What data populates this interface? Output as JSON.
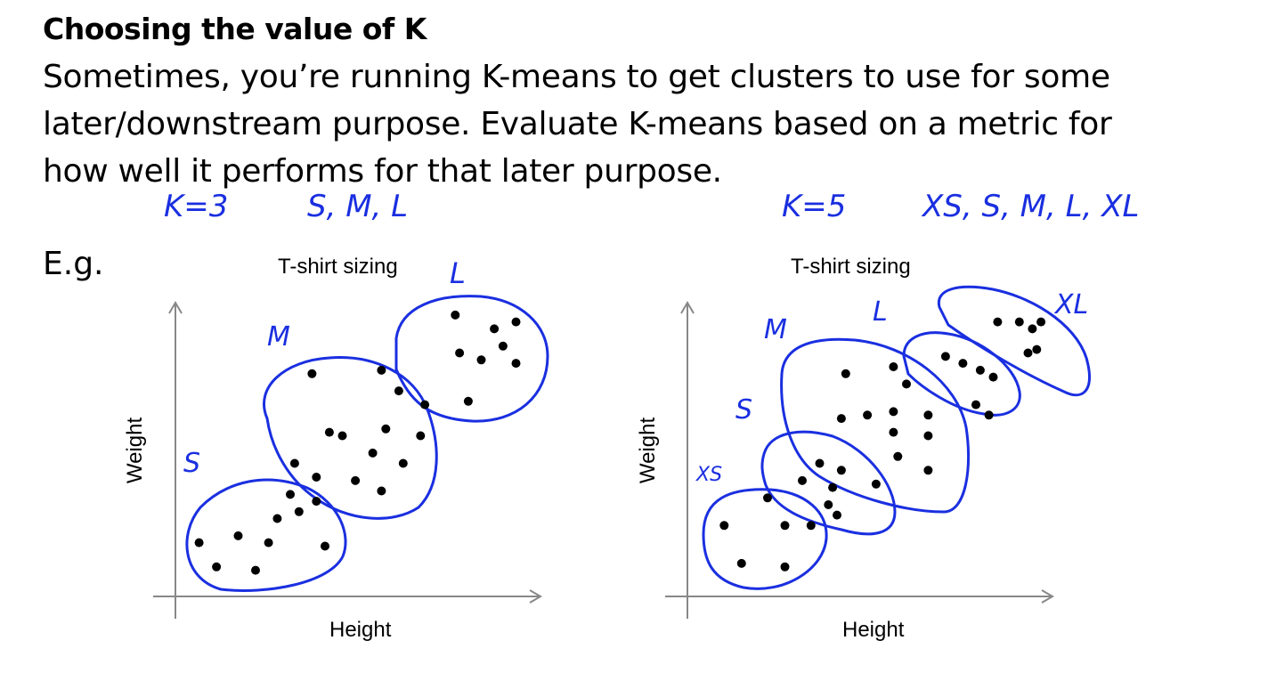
{
  "slide": {
    "title": "Choosing the value of K",
    "body_lines": [
      "Sometimes, you’re running K-means to get clusters to use for some",
      "later/downstream purpose. Evaluate K-means based on a metric for",
      "how well it performs for that later purpose."
    ],
    "example_label": "E.g."
  },
  "annotations": {
    "left_k": "K=3",
    "left_sizes": "S, M, L",
    "right_k": "K=5",
    "right_sizes": "XS, S, M, L, XL"
  },
  "colors": {
    "ink": "#1a2fe0",
    "points": "#000000"
  },
  "chart_data": [
    {
      "type": "scatter",
      "title": "T-shirt sizing",
      "xlabel": "Height",
      "ylabel": "Weight",
      "clusters": [
        {
          "name": "S",
          "points": [
            [
              1.2,
              1.5
            ],
            [
              2.1,
              2.0
            ],
            [
              3.0,
              2.5
            ],
            [
              1.9,
              1.3
            ],
            [
              3.2,
              1.2
            ],
            [
              0.7,
              0.6
            ],
            [
              1.6,
              0.5
            ],
            [
              2.6,
              2.2
            ],
            [
              2.4,
              2.7
            ],
            [
              0.3,
              1.3
            ]
          ]
        },
        {
          "name": "M",
          "points": [
            [
              2.9,
              6.2
            ],
            [
              4.5,
              6.3
            ],
            [
              4.9,
              5.7
            ],
            [
              3.3,
              4.5
            ],
            [
              3.6,
              4.4
            ],
            [
              4.6,
              4.6
            ],
            [
              4.3,
              3.9
            ],
            [
              5.0,
              3.6
            ],
            [
              3.9,
              3.1
            ],
            [
              4.5,
              2.8
            ],
            [
              5.4,
              4.4
            ],
            [
              5.5,
              5.3
            ],
            [
              3.0,
              3.2
            ],
            [
              2.5,
              3.6
            ]
          ]
        },
        {
          "name": "L",
          "points": [
            [
              6.2,
              7.9
            ],
            [
              7.1,
              7.5
            ],
            [
              7.6,
              7.7
            ],
            [
              7.3,
              7.0
            ],
            [
              6.3,
              6.8
            ],
            [
              6.8,
              6.6
            ],
            [
              7.6,
              6.5
            ],
            [
              6.5,
              5.4
            ]
          ]
        }
      ]
    },
    {
      "type": "scatter",
      "title": "T-shirt sizing",
      "xlabel": "Height",
      "ylabel": "Weight",
      "clusters": [
        {
          "name": "XS",
          "points": [
            [
              0.6,
              1.8
            ],
            [
              1.6,
              2.6
            ],
            [
              2.0,
              1.8
            ],
            [
              2.6,
              1.8
            ],
            [
              1.0,
              0.7
            ],
            [
              2.0,
              0.6
            ]
          ]
        },
        {
          "name": "S",
          "points": [
            [
              2.8,
              3.6
            ],
            [
              3.1,
              2.9
            ],
            [
              3.3,
              3.4
            ],
            [
              2.4,
              3.1
            ],
            [
              3.0,
              2.4
            ],
            [
              3.2,
              2.1
            ],
            [
              4.1,
              3.0
            ]
          ]
        },
        {
          "name": "M",
          "points": [
            [
              3.4,
              6.2
            ],
            [
              4.5,
              6.4
            ],
            [
              4.8,
              5.9
            ],
            [
              3.3,
              4.9
            ],
            [
              3.9,
              5.0
            ],
            [
              4.5,
              5.1
            ],
            [
              5.3,
              5.0
            ],
            [
              4.5,
              4.5
            ],
            [
              5.3,
              4.4
            ],
            [
              4.6,
              3.8
            ],
            [
              5.3,
              3.4
            ]
          ]
        },
        {
          "name": "L",
          "points": [
            [
              5.7,
              6.7
            ],
            [
              6.1,
              6.5
            ],
            [
              6.5,
              6.3
            ],
            [
              6.8,
              6.1
            ],
            [
              6.4,
              5.3
            ],
            [
              6.7,
              5.0
            ]
          ]
        },
        {
          "name": "XL",
          "points": [
            [
              6.9,
              7.7
            ],
            [
              7.4,
              7.7
            ],
            [
              7.7,
              7.5
            ],
            [
              7.9,
              7.7
            ],
            [
              7.6,
              6.8
            ],
            [
              7.8,
              6.9
            ]
          ]
        }
      ]
    }
  ]
}
